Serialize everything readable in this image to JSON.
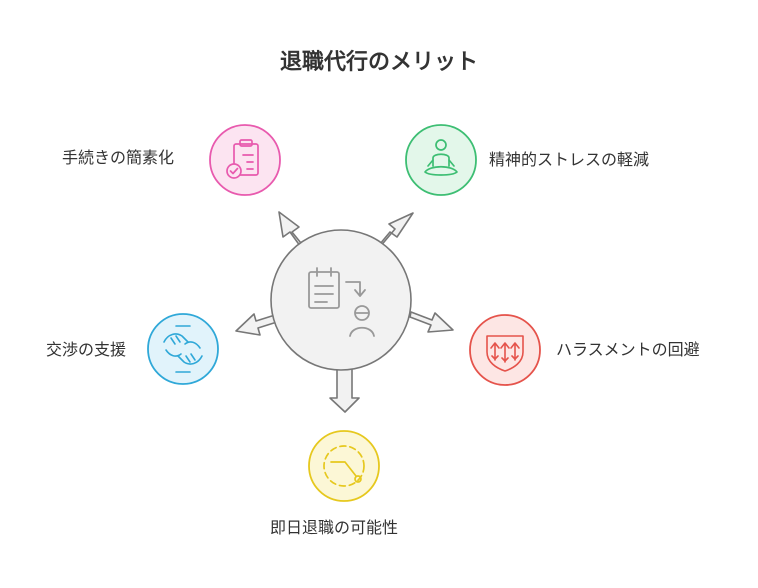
{
  "title": "退職代行のメリット",
  "center": {
    "icon": "schedule-person-icon"
  },
  "benefits": [
    {
      "id": "procedure",
      "label": "手続きの簡素化",
      "icon": "clipboard-check-icon",
      "color": "#E85AAE",
      "fill": "#FCE4F1"
    },
    {
      "id": "stress",
      "label": "精神的ストレスの軽減",
      "icon": "meditation-icon",
      "color": "#3DBE73",
      "fill": "#E3F7EA"
    },
    {
      "id": "harassment",
      "label": "ハラスメントの回避",
      "icon": "shield-arrows-icon",
      "color": "#E5534B",
      "fill": "#FDE6E4"
    },
    {
      "id": "immediate",
      "label": "即日退職の可能性",
      "icon": "clock-dial-icon",
      "color": "#E6C81E",
      "fill": "#FCF7D6"
    },
    {
      "id": "negotiation",
      "label": "交渉の支援",
      "icon": "handshake-icon",
      "color": "#2FA8D8",
      "fill": "#E1F3FB"
    }
  ]
}
